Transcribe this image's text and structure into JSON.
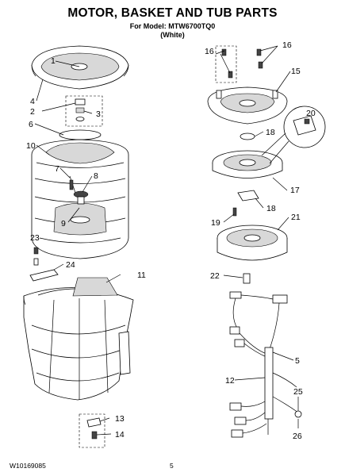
{
  "header": {
    "title": "MOTOR, BASKET AND TUB PARTS",
    "model_line": "For Model: MTW6700TQ0",
    "color_line": "(White)"
  },
  "footer": {
    "doc_number": "W10169085",
    "page_number": "5"
  },
  "callouts": [
    "1",
    "2",
    "3",
    "4",
    "5",
    "6",
    "7",
    "8",
    "9",
    "10",
    "11",
    "12",
    "13",
    "14",
    "15",
    "16",
    "16",
    "17",
    "18",
    "18",
    "19",
    "20",
    "21",
    "22",
    "23",
    "24",
    "25",
    "26"
  ]
}
